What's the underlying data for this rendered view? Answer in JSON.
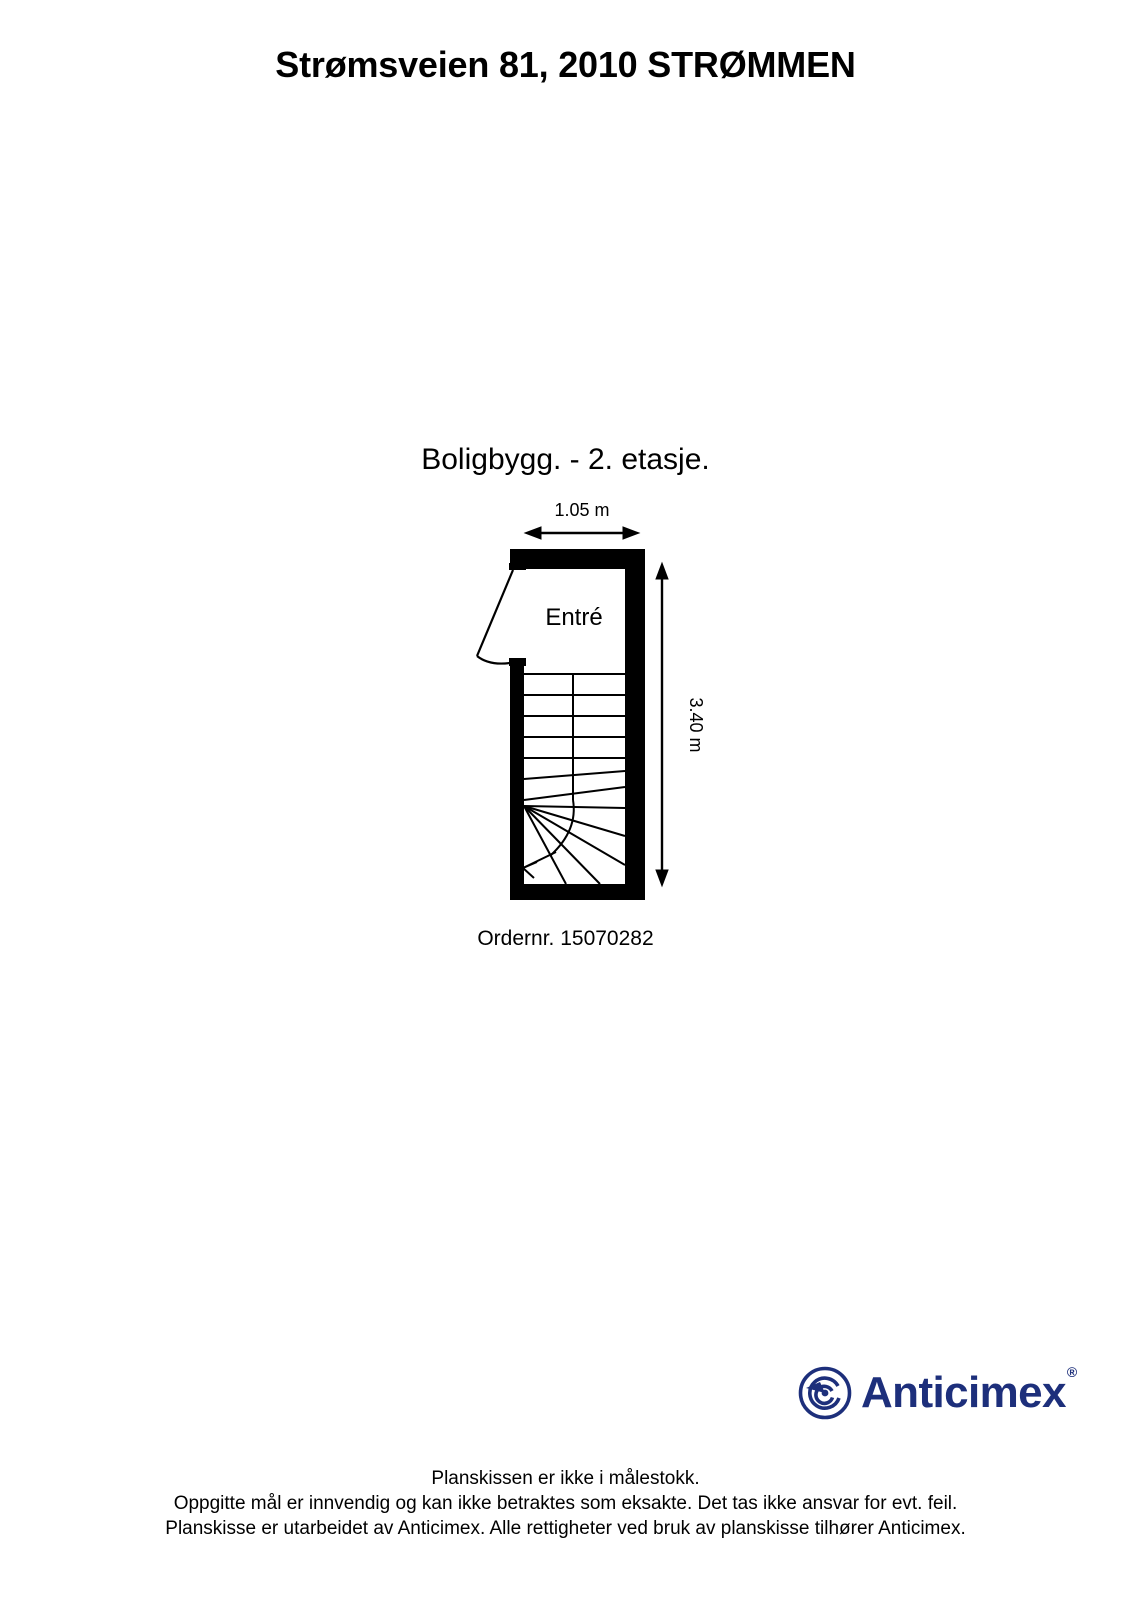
{
  "document": {
    "title": "Strømsveien 81, 2010 STRØMMEN",
    "order_number_label": "Ordernr. 15070282"
  },
  "plan": {
    "subtitle": "Boligbygg. - 2. etasje.",
    "rooms": [
      {
        "name": "Entré"
      }
    ],
    "dimensions": {
      "width_label": "1.05 m",
      "height_label": "3.40 m"
    },
    "features": {
      "door": "swing-door-left-wall",
      "stairs": "winder-staircase-down"
    }
  },
  "brand": {
    "name": "Anticimex",
    "registered_mark": "®",
    "color": "#1d2f7b"
  },
  "footer": {
    "lines": [
      "Planskissen er ikke i målestokk.",
      "Oppgitte mål er innvendig og kan ikke betraktes som eksakte. Det tas ikke ansvar for evt. feil.",
      "Planskisse er utarbeidet av Anticimex. Alle rettigheter ved bruk av planskisse tilhører Anticimex."
    ]
  }
}
